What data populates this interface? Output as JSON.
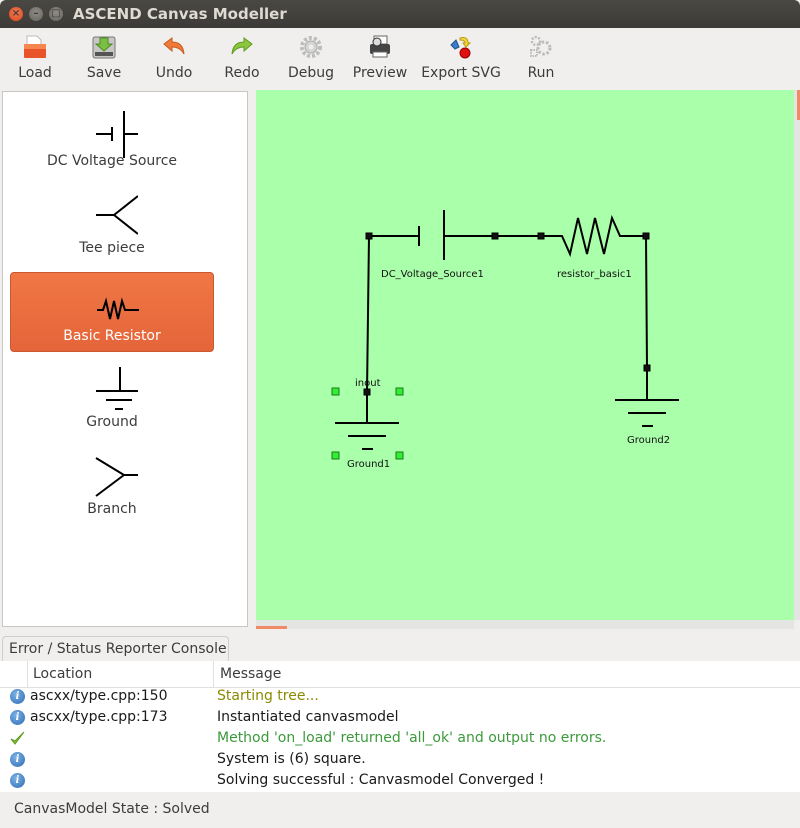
{
  "window": {
    "title": "ASCEND Canvas Modeller",
    "controls": {
      "close": "×",
      "minimize": "–",
      "maximize": "□"
    }
  },
  "toolbar": {
    "items": [
      {
        "label": "Load",
        "icon": "folder-open-icon"
      },
      {
        "label": "Save",
        "icon": "save-drive-icon"
      },
      {
        "label": "Undo",
        "icon": "undo-arrow-icon"
      },
      {
        "label": "Redo",
        "icon": "redo-arrow-icon"
      },
      {
        "label": "Debug",
        "icon": "gear-icon"
      },
      {
        "label": "Preview",
        "icon": "print-preview-icon"
      },
      {
        "label": "Export SVG",
        "icon": "export-svg-icon"
      },
      {
        "label": "Run",
        "icon": "gears-run-icon"
      }
    ]
  },
  "palette": {
    "items": [
      {
        "label": "DC Voltage Source",
        "icon": "dc-voltage-source-icon",
        "selected": false
      },
      {
        "label": "Tee piece",
        "icon": "tee-piece-icon",
        "selected": false
      },
      {
        "label": "Basic Resistor",
        "icon": "resistor-icon",
        "selected": true
      },
      {
        "label": "Ground",
        "icon": "ground-icon",
        "selected": false
      },
      {
        "label": "Branch",
        "icon": "branch-icon",
        "selected": false
      }
    ]
  },
  "canvas": {
    "background": "#aaffaa",
    "blocks": {
      "dc_source": "DC_Voltage_Source1",
      "resistor": "resistor_basic1",
      "ground1": "Ground1",
      "ground2": "Ground2",
      "port_label": "inout"
    }
  },
  "console": {
    "tab_label": "Error / Status Reporter Console",
    "columns": {
      "location": "Location",
      "message": "Message"
    },
    "rows": [
      {
        "icon": "info-icon",
        "location": "ascxx/type.cpp:150",
        "message": "Starting tree...",
        "color": "#8a8a00"
      },
      {
        "icon": "info-icon",
        "location": "ascxx/type.cpp:173",
        "message": "Instantiated canvasmodel",
        "color": "#1a1a1a"
      },
      {
        "icon": "checkmark-icon",
        "location": "",
        "message": "Method 'on_load' returned 'all_ok' and output no errors.",
        "color": "#3c9a3c"
      },
      {
        "icon": "info-icon",
        "location": "",
        "message": "System is (6) square.",
        "color": "#1a1a1a"
      },
      {
        "icon": "info-icon",
        "location": "",
        "message": "Solving successful : Canvasmodel Converged !",
        "color": "#1a1a1a"
      }
    ]
  },
  "statusbar": {
    "text": "CanvasModel State : Solved"
  },
  "colors": {
    "accent": "#e96b3d",
    "canvas": "#aaffaa",
    "selection_handle": "#33ee33"
  }
}
